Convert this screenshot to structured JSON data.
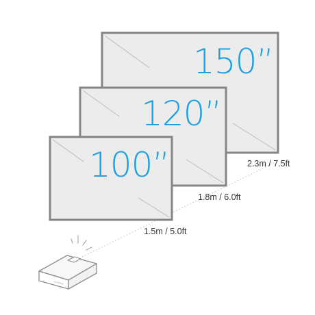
{
  "screens": [
    {
      "size_label": "150”",
      "distance_label": "2.3m / 7.5ft"
    },
    {
      "size_label": "120”",
      "distance_label": "1.8m / 6.0ft"
    },
    {
      "size_label": "100”",
      "distance_label": "1.5m / 5.0ft"
    }
  ],
  "projector": {
    "brand_text": "ELEPHAS"
  },
  "colors": {
    "label_blue": "#1ea0de",
    "frame": "#858585",
    "screen_fill": "#ececec",
    "text_gray": "#333333",
    "beam": "#bbbbbb"
  }
}
